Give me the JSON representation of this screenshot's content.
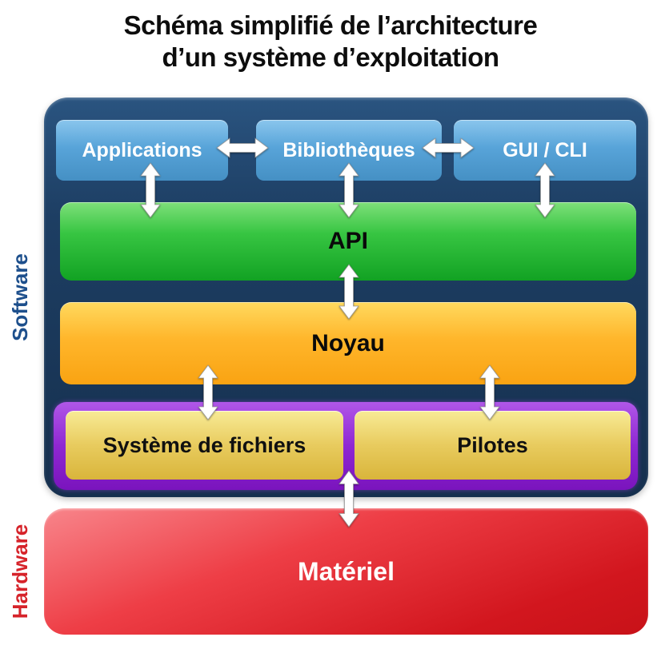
{
  "title": {
    "line1": "Schéma simplifié de l’architecture",
    "line2": "d’un système d’exploitation"
  },
  "side_labels": {
    "software": "Software",
    "hardware": "Hardware"
  },
  "layers": {
    "top_boxes": [
      {
        "label": "Applications"
      },
      {
        "label": "Bibliothèques"
      },
      {
        "label": "GUI / CLI"
      }
    ],
    "api": {
      "label": "API"
    },
    "noyau": {
      "label": "Noyau"
    },
    "subsystems": [
      {
        "label": "Système de fichiers"
      },
      {
        "label": "Pilotes"
      }
    ],
    "materiel": {
      "label": "Matériel"
    }
  },
  "connections": [
    {
      "from": "Applications",
      "to": "Bibliothèques",
      "bidirectional": true
    },
    {
      "from": "Bibliothèques",
      "to": "GUI / CLI",
      "bidirectional": true
    },
    {
      "from": "Applications",
      "to": "API",
      "bidirectional": true
    },
    {
      "from": "Bibliothèques",
      "to": "API",
      "bidirectional": true
    },
    {
      "from": "GUI / CLI",
      "to": "API",
      "bidirectional": true
    },
    {
      "from": "API",
      "to": "Noyau",
      "bidirectional": true
    },
    {
      "from": "Noyau",
      "to": "Système de fichiers",
      "bidirectional": true
    },
    {
      "from": "Noyau",
      "to": "Pilotes",
      "bidirectional": true
    },
    {
      "from": "Système de fichiers",
      "to": "Matériel",
      "bidirectional": true
    }
  ],
  "colors": {
    "container_navy": "#1d3e63",
    "box_blue": "#58a4d9",
    "api_green": "#37c542",
    "noyau_orange": "#ffb62b",
    "frame_purple": "#8f27d2",
    "subsystem_yellow": "#e8cb5e",
    "materiel_red": "#e62e36",
    "software_label": "#1d4f8c",
    "hardware_label": "#d6232a",
    "arrow_white": "#ffffff"
  }
}
